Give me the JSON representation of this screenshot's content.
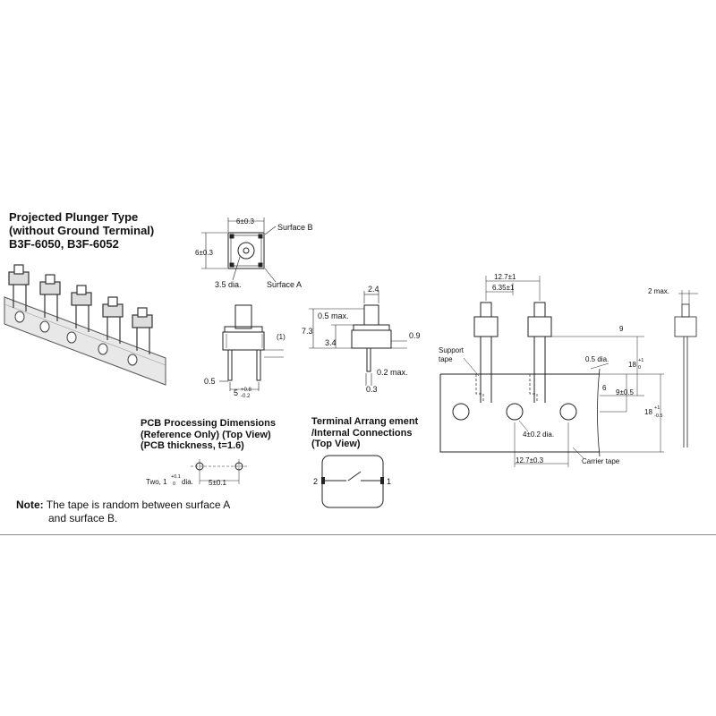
{
  "title": {
    "line1": "Projected Plunger Type",
    "line2": "(without Ground Terminal)",
    "line3": "B3F-6050, B3F-6052"
  },
  "top_view": {
    "width_dim": "6±0.3",
    "height_dim": "6±0.3",
    "plunger_dia": "3.5 dia.",
    "surface_a": "Surface A",
    "surface_b": "Surface B"
  },
  "side_view": {
    "pin_width": "0.5",
    "pitch": "5",
    "pitch_tol_upper": "+0.8",
    "pitch_tol_lower": "-0.2",
    "callout": "(1)"
  },
  "side_view_2": {
    "plunger_width": "2.4",
    "max_05": "0.5 max.",
    "height_73": "7.3",
    "height_34": "3.4",
    "dim_09": "0.9",
    "max_02": "0.2 max.",
    "dim_03": "0.3"
  },
  "pcb": {
    "heading1": "PCB Processing Dimensions",
    "heading2": "(Reference Only) (Top View)",
    "heading3": "(PCB thickness, t=1.6)",
    "hole_label": "Two, 1",
    "hole_tol_upper": "+0.1",
    "hole_tol_lower": "0",
    "hole_suffix": "dia.",
    "spacing": "5±0.1"
  },
  "terminal": {
    "heading1": "Terminal Arrang ement",
    "heading2": "/Internal Connections",
    "heading3": "(Top View)",
    "pin_left": "2",
    "pin_right": "1"
  },
  "tape": {
    "pitch_top": "12.7±1",
    "half_pitch": "6.35±1",
    "support_tape": "Support",
    "support_tape2": "tape",
    "dia_05": "0.5 dia.",
    "dim_9": "9",
    "dim_18a": "18",
    "dim_18a_upper": "+1",
    "dim_18a_lower": "0",
    "dim_6": "6",
    "dim_9b": "9±0.5",
    "dim_18b": "18",
    "dim_18b_upper": "+1",
    "dim_18b_lower": "-0.5",
    "hole_dia": "4±0.2 dia.",
    "pitch_bottom": "12.7±0.3",
    "carrier_tape": "Carrier tape",
    "max_2": "2 max."
  },
  "note": {
    "label": "Note:",
    "line1": "The tape is random between surface A",
    "line2": "and surface B."
  }
}
